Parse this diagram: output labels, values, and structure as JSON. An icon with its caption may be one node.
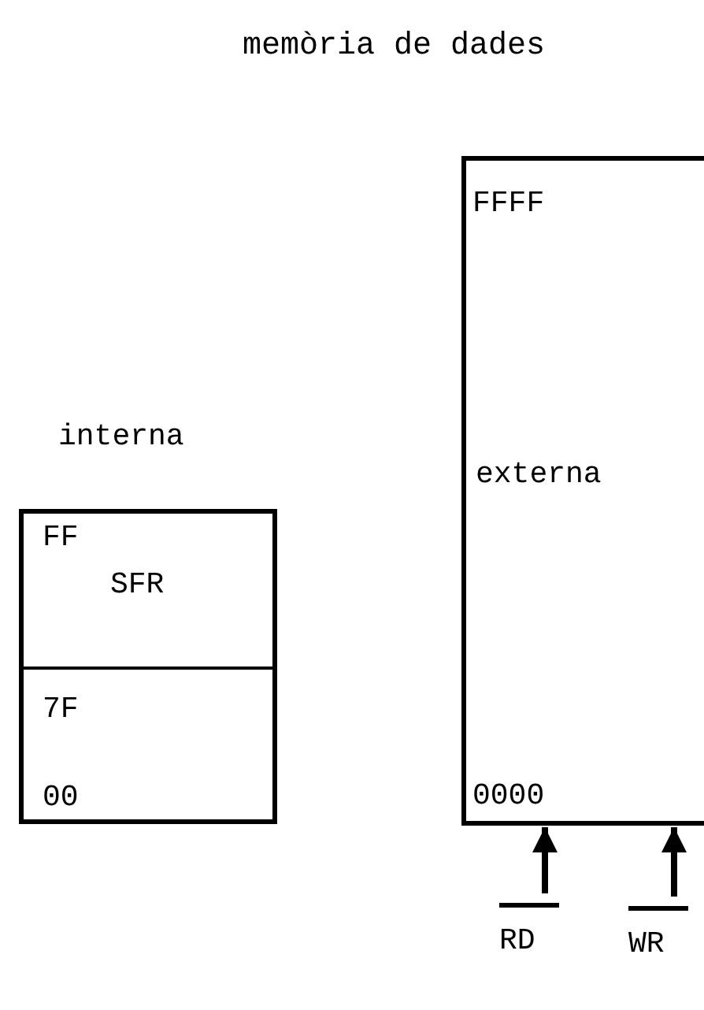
{
  "diagram": {
    "title": "memòria de dades",
    "nodes": [
      {
        "text": [
          "interna"
        ]
      },
      {
        "text": [
          "FF",
          "SFR"
        ],
        "in": 0
      },
      {
        "text": [
          "7F",
          "00"
        ],
        "in": 0
      },
      {
        "text": [
          "FFFF",
          "externa",
          "0000"
        ]
      },
      {
        "text": [
          "RD"
        ]
      },
      {
        "text": [
          "WR"
        ]
      }
    ],
    "edges": [
      {
        "from": 4,
        "to": 3,
        "arrow": "to"
      },
      {
        "from": 5,
        "to": 3,
        "arrow": "to"
      }
    ]
  }
}
